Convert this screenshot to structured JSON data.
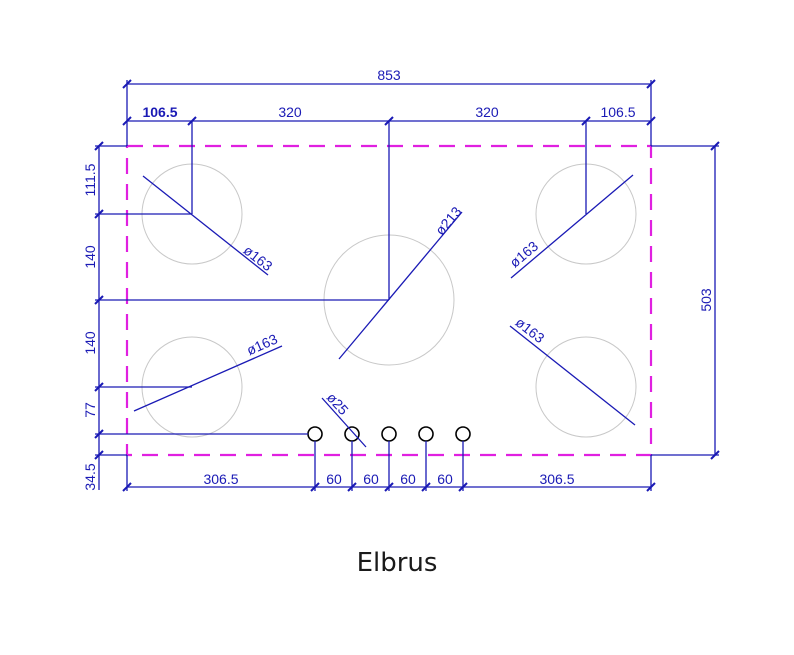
{
  "caption": "Elbrus",
  "dimensions": {
    "overall_width": "853",
    "top_left_offset": "106.5",
    "top_span_left": "320",
    "top_span_right": "320",
    "top_right_offset": "106.5",
    "left_111": "111.5",
    "left_140_top": "140",
    "left_140_bottom": "140",
    "left_77": "77",
    "left_34": "34.5",
    "right_height": "503",
    "bottom_left": "306.5",
    "bottom_gap_1": "60",
    "bottom_gap_2": "60",
    "bottom_gap_3": "60",
    "bottom_gap_4": "60",
    "bottom_right": "306.5"
  },
  "burners": {
    "top_left_dia": "ø163",
    "center_dia": "ø213",
    "top_right_dia": "ø163",
    "bottom_left_dia": "ø163",
    "bottom_right_dia": "ø163",
    "knob_dia": "ø25"
  },
  "colors": {
    "dimension": "#1a1ab5",
    "outline": "#e020e0",
    "burner": "#c8c8c8",
    "knob": "#000000"
  }
}
